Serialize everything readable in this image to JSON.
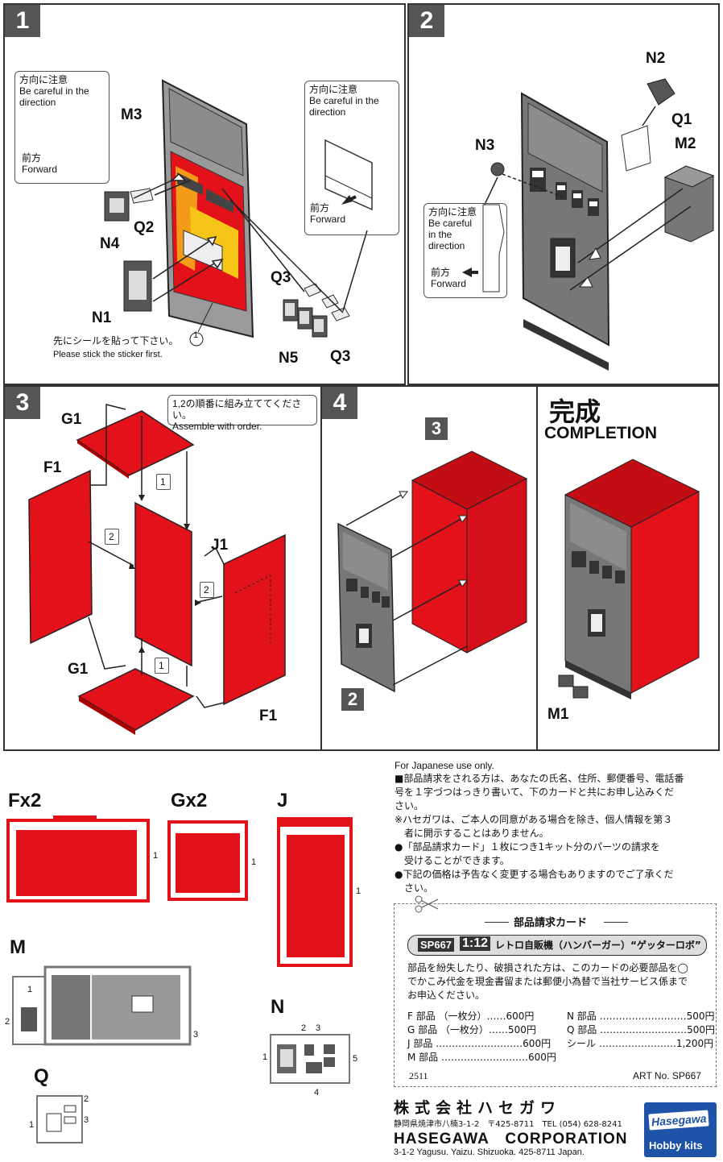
{
  "steps": {
    "s1": {
      "num": "1",
      "labels": {
        "m3": "M3",
        "n4": "N4",
        "q2": "Q2",
        "n1": "N1",
        "q3a": "Q3",
        "q3b": "Q3",
        "n5": "N5"
      },
      "note_left": {
        "jp": "方向に注意",
        "en": "Be careful in the direction",
        "fwd_jp": "前方",
        "fwd_en": "Forward"
      },
      "note_right": {
        "jp": "方向に注意",
        "en": "Be careful in the direction",
        "fwd_jp": "前方",
        "fwd_en": "Forward"
      },
      "sticker_jp": "先にシールを貼って下さい。",
      "sticker_en": "Please stick the sticker first.",
      "sticker_num": "1"
    },
    "s2": {
      "num": "2",
      "labels": {
        "n2": "N2",
        "q1": "Q1",
        "m2": "M2",
        "n3": "N3"
      },
      "note": {
        "jp": "方向に注意",
        "en": "Be careful in the direction",
        "fwd_jp": "前方",
        "fwd_en": "Forward"
      }
    },
    "s3": {
      "num": "3",
      "labels": {
        "g1a": "G1",
        "f1a": "F1",
        "j1": "J1",
        "g1b": "G1",
        "f1b": "F1"
      },
      "note_jp": "1,2の順番に組み立ててください。",
      "note_en": "Assemble with order.",
      "order1": "1",
      "order2": "2"
    },
    "s4": {
      "num": "4",
      "tag3": "3",
      "tag2": "2"
    },
    "completion": {
      "jp": "完成",
      "en": "COMPLETION",
      "m1": "M1"
    }
  },
  "parts": {
    "f": "Fx2",
    "g": "Gx2",
    "j": "J",
    "m": "M",
    "n": "N",
    "q": "Q",
    "f_idx": "1",
    "g_idx": "1",
    "j_idx": "1",
    "m_idx": [
      "1",
      "2",
      "3"
    ],
    "n_idx": [
      "1",
      "2",
      "3",
      "4",
      "5"
    ],
    "q_idx": [
      "1",
      "2",
      "3"
    ]
  },
  "japan_info": {
    "header": "For Japanese use only.",
    "lines": [
      "■部品請求をされる方は、あなたの氏名、住所、郵便番号、電話番",
      "号を１字づつはっきり書いて、下のカードと共にお申し込みくだ",
      "さい。",
      "※ハセガワは、ご本人の同意がある場合を除き、個人情報を第３",
      "　者に開示することはありません。",
      "●「部品請求カード」１枚につき1キット分のパーツの請求を",
      "　受けることができます。",
      "●下記の価格は予告なく変更する場合もありますのでご了承くだ",
      "　さい。"
    ]
  },
  "card": {
    "title": "部品請求カード",
    "code": "SP667",
    "scale": "1:12",
    "product": "レトロ自販機（ハンバーガー）“ゲッターロボ”",
    "desc": [
      "部品を紛失したり、破損された方は、このカードの必要部品を◯",
      "でかこみ代金を現金書留または郵便小為替で当社サービス係まで",
      "お申込ください。"
    ],
    "prices_left": [
      "F 部品 （一枚分）……600円",
      "G 部品 （一枚分）……500円",
      "J 部品 ………………………600円",
      "M 部品 ………………………600円"
    ],
    "prices_right": [
      "N 部品 ………………………500円",
      "Q 部品 ………………………500円",
      "シール ……………………1,200円"
    ],
    "batch": "2511",
    "art_no": "ART No. SP667"
  },
  "company": {
    "jp_name": "株式会社ハセガワ",
    "jp_addr": "静岡県焼津市八楠3-1-2　〒425-8711　TEL (054) 628-8241",
    "en_name": "HASEGAWA CORPORATION",
    "en_addr": "3-1-2 Yagusu. Yaizu. Shizuoka. 425-8711 Japan.",
    "logo": "Hasegawa",
    "logo_sub": "Hobby kits"
  },
  "colors": {
    "red": "#e3121a",
    "gray": "#555555"
  }
}
